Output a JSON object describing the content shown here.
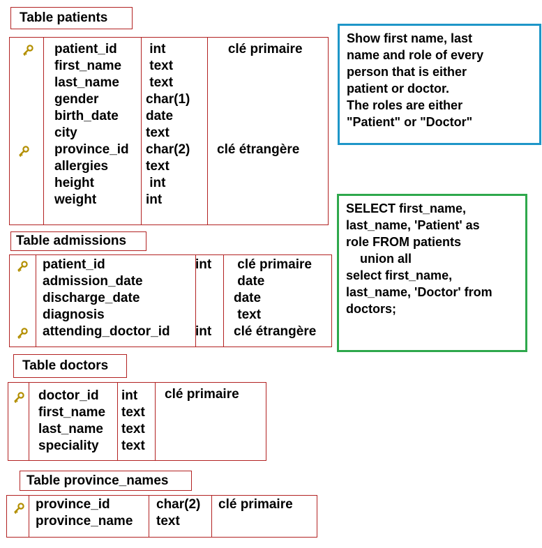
{
  "tables": {
    "patients": {
      "title": "Table patients",
      "names": "patient_id\nfirst_name\nlast_name\ngender\nbirth_date\ncity\nprovince_id\nallergies\nheight\nweight",
      "types": " int\n text\n text\nchar(1)\ndate\ntext\nchar(2)\ntext\n int\nint",
      "keys": "   clé primaire\n\n\n\n\n\nclé étrangère"
    },
    "admissions": {
      "title": "Table admissions",
      "names": "patient_id\nadmission_date\ndischarge_date\ndiagnosis\nattending_doctor_id",
      "types": "int\n\n\n\nint",
      "keys": " clé primaire\n date\ndate\n text\nclé étrangère"
    },
    "doctors": {
      "title": "Table doctors",
      "names": "doctor_id\nfirst_name\nlast_name\nspeciality",
      "types": "int\ntext\ntext\ntext",
      "keys": "clé primaire"
    },
    "province_names": {
      "title": "Table  province_names",
      "names": "province_id\nprovince_name",
      "types": "char(2)\ntext",
      "keys": "clé primaire"
    }
  },
  "question": {
    "text": "Show first name, last\nname and role of every\nperson that is either\npatient or doctor.\nThe roles are either\n\"Patient\" or \"Doctor\"",
    "border_color": "#1e96c8"
  },
  "answer": {
    "text": "SELECT first_name,\nlast_name, 'Patient' as\nrole FROM patients\n    union all\nselect first_name,\nlast_name, 'Doctor' from\ndoctors;",
    "border_color": "#2ea84c"
  },
  "colors": {
    "table_border": "#b22222",
    "key_icon": "#c8a000"
  },
  "icons": {
    "primary_key": "key-icon",
    "foreign_key": "key-icon"
  }
}
